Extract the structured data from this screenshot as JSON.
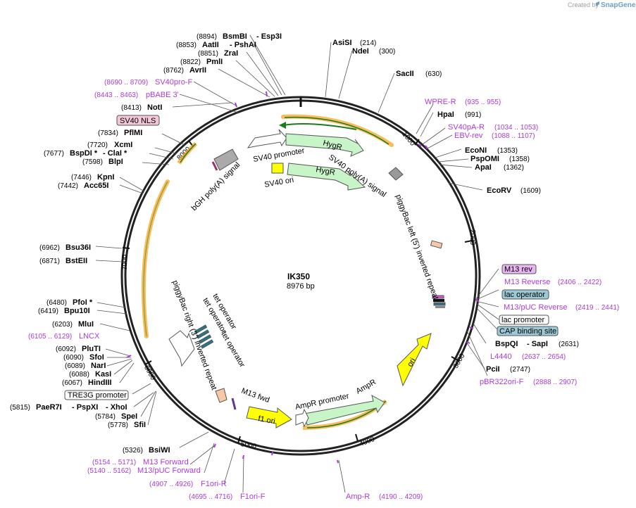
{
  "app": {
    "credit_prefix": "Created by",
    "credit_brand": "SnapGene"
  },
  "plasmid": {
    "name": "IK350",
    "length": "8976 bp"
  },
  "ticks": [
    "1000",
    "2000",
    "3000",
    "4000",
    "5000",
    "6000",
    "7000",
    "8000"
  ],
  "sites": [
    {
      "text": "(8894)",
      "kind": "pos"
    },
    {
      "text": "BsmBI",
      "kind": "site"
    },
    {
      "text": "- Esp3I",
      "kind": "site"
    },
    {
      "text": "(8853)",
      "kind": "pos"
    },
    {
      "text": "AatII",
      "kind": "site"
    },
    {
      "text": "- PshAI",
      "kind": "site"
    },
    {
      "text": "(8851)",
      "kind": "pos"
    },
    {
      "text": "ZraI",
      "kind": "site"
    },
    {
      "text": "(8822)",
      "kind": "pos"
    },
    {
      "text": "PmlI",
      "kind": "site"
    },
    {
      "text": "(8762)",
      "kind": "pos"
    },
    {
      "text": "AvrII",
      "kind": "site"
    },
    {
      "text": "AsiSI",
      "kind": "site"
    },
    {
      "text": "(214)",
      "kind": "pos"
    },
    {
      "text": "NdeI",
      "kind": "site"
    },
    {
      "text": "(300)",
      "kind": "pos"
    },
    {
      "text": "SacII",
      "kind": "site"
    },
    {
      "text": "(630)",
      "kind": "pos"
    },
    {
      "text": "(8413)",
      "kind": "pos"
    },
    {
      "text": "NotI",
      "kind": "site"
    },
    {
      "text": "HpaI",
      "kind": "site"
    },
    {
      "text": "(991)",
      "kind": "pos"
    },
    {
      "text": "(7834)",
      "kind": "pos"
    },
    {
      "text": "PflMI",
      "kind": "site"
    },
    {
      "text": "(7720)",
      "kind": "pos"
    },
    {
      "text": "XcmI",
      "kind": "site"
    },
    {
      "text": "(7677)",
      "kind": "pos"
    },
    {
      "text": "BspDI *",
      "kind": "site"
    },
    {
      "text": "- ClaI *",
      "kind": "site"
    },
    {
      "text": "(7598)",
      "kind": "pos"
    },
    {
      "text": "BlpI",
      "kind": "site"
    },
    {
      "text": "EcoNI",
      "kind": "site"
    },
    {
      "text": "(1353)",
      "kind": "pos"
    },
    {
      "text": "PspOMI",
      "kind": "site"
    },
    {
      "text": "(1358)",
      "kind": "pos"
    },
    {
      "text": "ApaI",
      "kind": "site"
    },
    {
      "text": "(1362)",
      "kind": "pos"
    },
    {
      "text": "(7446)",
      "kind": "pos"
    },
    {
      "text": "KpnI",
      "kind": "site"
    },
    {
      "text": "(7442)",
      "kind": "pos"
    },
    {
      "text": "Acc65I",
      "kind": "site"
    },
    {
      "text": "EcoRV",
      "kind": "site"
    },
    {
      "text": "(1609)",
      "kind": "pos"
    },
    {
      "text": "(6962)",
      "kind": "pos"
    },
    {
      "text": "Bsu36I",
      "kind": "site"
    },
    {
      "text": "(6871)",
      "kind": "pos"
    },
    {
      "text": "BstEII",
      "kind": "site"
    },
    {
      "text": "(6480)",
      "kind": "pos"
    },
    {
      "text": "PfoI *",
      "kind": "site"
    },
    {
      "text": "(6419)",
      "kind": "pos"
    },
    {
      "text": "Bpu10I",
      "kind": "site"
    },
    {
      "text": "(6203)",
      "kind": "pos"
    },
    {
      "text": "MluI",
      "kind": "site"
    },
    {
      "text": "(6092)",
      "kind": "pos"
    },
    {
      "text": "PluTI",
      "kind": "site"
    },
    {
      "text": "(6090)",
      "kind": "pos"
    },
    {
      "text": "SfoI",
      "kind": "site"
    },
    {
      "text": "(6089)",
      "kind": "pos"
    },
    {
      "text": "NarI",
      "kind": "site"
    },
    {
      "text": "(6088)",
      "kind": "pos"
    },
    {
      "text": "KasI",
      "kind": "site"
    },
    {
      "text": "(6067)",
      "kind": "pos"
    },
    {
      "text": "HindIII",
      "kind": "site"
    },
    {
      "text": "BspQI",
      "kind": "site"
    },
    {
      "text": "- SapI",
      "kind": "site"
    },
    {
      "text": "(2631)",
      "kind": "pos"
    },
    {
      "text": "PciI",
      "kind": "site"
    },
    {
      "text": "(2747)",
      "kind": "pos"
    },
    {
      "text": "(5815)",
      "kind": "pos"
    },
    {
      "text": "PaeR7I",
      "kind": "site"
    },
    {
      "text": "- PspXI",
      "kind": "site"
    },
    {
      "text": "- XhoI",
      "kind": "site"
    },
    {
      "text": "(5784)",
      "kind": "pos"
    },
    {
      "text": "SpeI",
      "kind": "site"
    },
    {
      "text": "(5778)",
      "kind": "pos"
    },
    {
      "text": "SfiI",
      "kind": "site"
    },
    {
      "text": "(5326)",
      "kind": "pos"
    },
    {
      "text": "BsiWI",
      "kind": "site"
    }
  ],
  "primers": [
    {
      "text": "(8690 .. 8709)",
      "kind": "primerpos"
    },
    {
      "text": "SV40pro-F",
      "kind": "primer"
    },
    {
      "text": "(8443 .. 8463)",
      "kind": "primerpos"
    },
    {
      "text": "pBABE 3'",
      "kind": "primer"
    },
    {
      "text": "WPRE-R",
      "kind": "primer"
    },
    {
      "text": "(935 .. 955)",
      "kind": "primerpos"
    },
    {
      "text": "SV40pA-R",
      "kind": "primer"
    },
    {
      "text": "(1034 .. 1053)",
      "kind": "primerpos"
    },
    {
      "text": "EBV-rev",
      "kind": "primer"
    },
    {
      "text": "(1088 .. 1107)",
      "kind": "primerpos"
    },
    {
      "text": "M13 Reverse",
      "kind": "primer"
    },
    {
      "text": "(2406 .. 2422)",
      "kind": "primerpos"
    },
    {
      "text": "M13/pUC Reverse",
      "kind": "primer"
    },
    {
      "text": "(2419 .. 2441)",
      "kind": "primerpos"
    },
    {
      "text": "(6105 .. 6129)",
      "kind": "primerpos"
    },
    {
      "text": "LNCX",
      "kind": "primer"
    },
    {
      "text": "L4440",
      "kind": "primer"
    },
    {
      "text": "(2637 .. 2654)",
      "kind": "primerpos"
    },
    {
      "text": "pBR322ori-F",
      "kind": "primer"
    },
    {
      "text": "(2888 .. 2907)",
      "kind": "primerpos"
    },
    {
      "text": "M13 Forward",
      "kind": "primer"
    },
    {
      "text": "(5154 .. 5171)",
      "kind": "primerpos"
    },
    {
      "text": "M13/pUC Forward",
      "kind": "primer"
    },
    {
      "text": "(5140 .. 5162)",
      "kind": "primerpos"
    },
    {
      "text": "F1ori-R",
      "kind": "primer"
    },
    {
      "text": "(4907 .. 4926)",
      "kind": "primerpos"
    },
    {
      "text": "F1ori-F",
      "kind": "primer"
    },
    {
      "text": "(4695 .. 4716)",
      "kind": "primerpos"
    },
    {
      "text": "Amp-R",
      "kind": "primer"
    },
    {
      "text": "(4190 .. 4209)",
      "kind": "primerpos"
    }
  ],
  "boxed_features": [
    {
      "text": "SV40 NLS",
      "fill": "#f3c6d8"
    },
    {
      "text": "M13 rev",
      "fill": "#e8b7f2"
    },
    {
      "text": "lac operator",
      "fill": "#9cc9d6"
    },
    {
      "text": "lac promoter",
      "fill": "#ffffff"
    },
    {
      "text": "CAP binding site",
      "fill": "#9cc9d6"
    },
    {
      "text": "TRE3G promoter",
      "fill": "#ffffff"
    }
  ],
  "features": [
    "SV40 promoter",
    "HygR",
    "HygR",
    "SV40 ori",
    "SV40 poly(A) signal",
    "bGH poly(A) signal",
    "piggyBac left (5') inverted repeat",
    "piggyBac right (3') inverted repeat",
    "tet operator",
    "tet operator",
    "tet operator",
    "M13 fwd",
    "f1 ori",
    "AmpR promoter",
    "AmpR",
    "ori"
  ],
  "colors": {
    "backbone": "#222222",
    "primer": "#a93bd6",
    "hygR": "#c8f5c8",
    "ori": "#ffff00",
    "promoter": "#ffffff",
    "orf_arc": "#f5a623",
    "orf_line": "#1e7a1e"
  }
}
